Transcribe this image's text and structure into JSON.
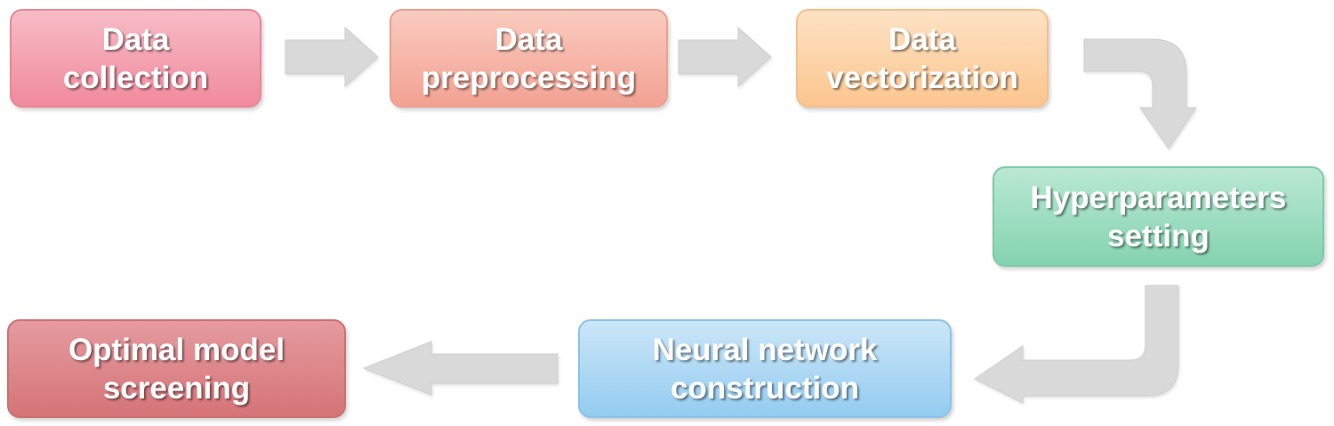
{
  "steps": [
    {
      "line1": "Data",
      "line2": "collection"
    },
    {
      "line1": "Data",
      "line2": "preprocessing"
    },
    {
      "line1": "Data",
      "line2": "vectorization"
    },
    {
      "line1": "Hyperparameters",
      "line2": "setting"
    },
    {
      "line1": "Neural network",
      "line2": "construction"
    },
    {
      "line1": "Optimal model",
      "line2": "screening"
    }
  ],
  "colors": {
    "arrow": "#d9d9d9",
    "step1": "#f08a9c",
    "step2": "#f2a292",
    "step3": "#fbc68e",
    "step4": "#84d3b0",
    "step5": "#93ccf0",
    "step6": "#d57477"
  }
}
